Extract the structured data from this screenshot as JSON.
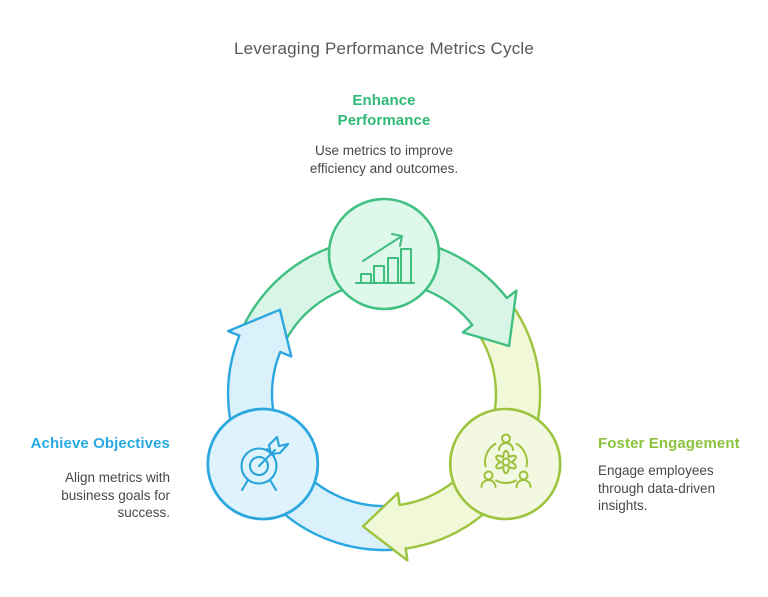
{
  "title": "Leveraging Performance Metrics Cycle",
  "colors": {
    "green": "#2eba75",
    "yellow_green": "#8cc33d",
    "blue": "#29a9e2",
    "green_fill": "#d8f5e7",
    "yellow_green_fill": "#f0f8d7",
    "blue_fill": "#daf1fc",
    "title_text": "#57585a",
    "body_text": "#47484a"
  },
  "nodes": {
    "enhance": {
      "heading": "Enhance\nPerformance",
      "description": "Use metrics to improve\nefficiency and outcomes.",
      "icon": "bar-chart-growth-icon",
      "color": "#2eba75"
    },
    "foster": {
      "heading": "Foster Engagement",
      "description": "Engage employees\nthrough data-driven\ninsights.",
      "icon": "team-gear-icon",
      "color": "#8cc33d"
    },
    "achieve": {
      "heading": "Achieve Objectives",
      "description": "Align metrics with\nbusiness goals for\nsuccess.",
      "icon": "target-dart-icon",
      "color": "#29a9e2"
    }
  },
  "cycle_order": [
    "Enhance Performance",
    "Foster Engagement",
    "Achieve Objectives"
  ]
}
